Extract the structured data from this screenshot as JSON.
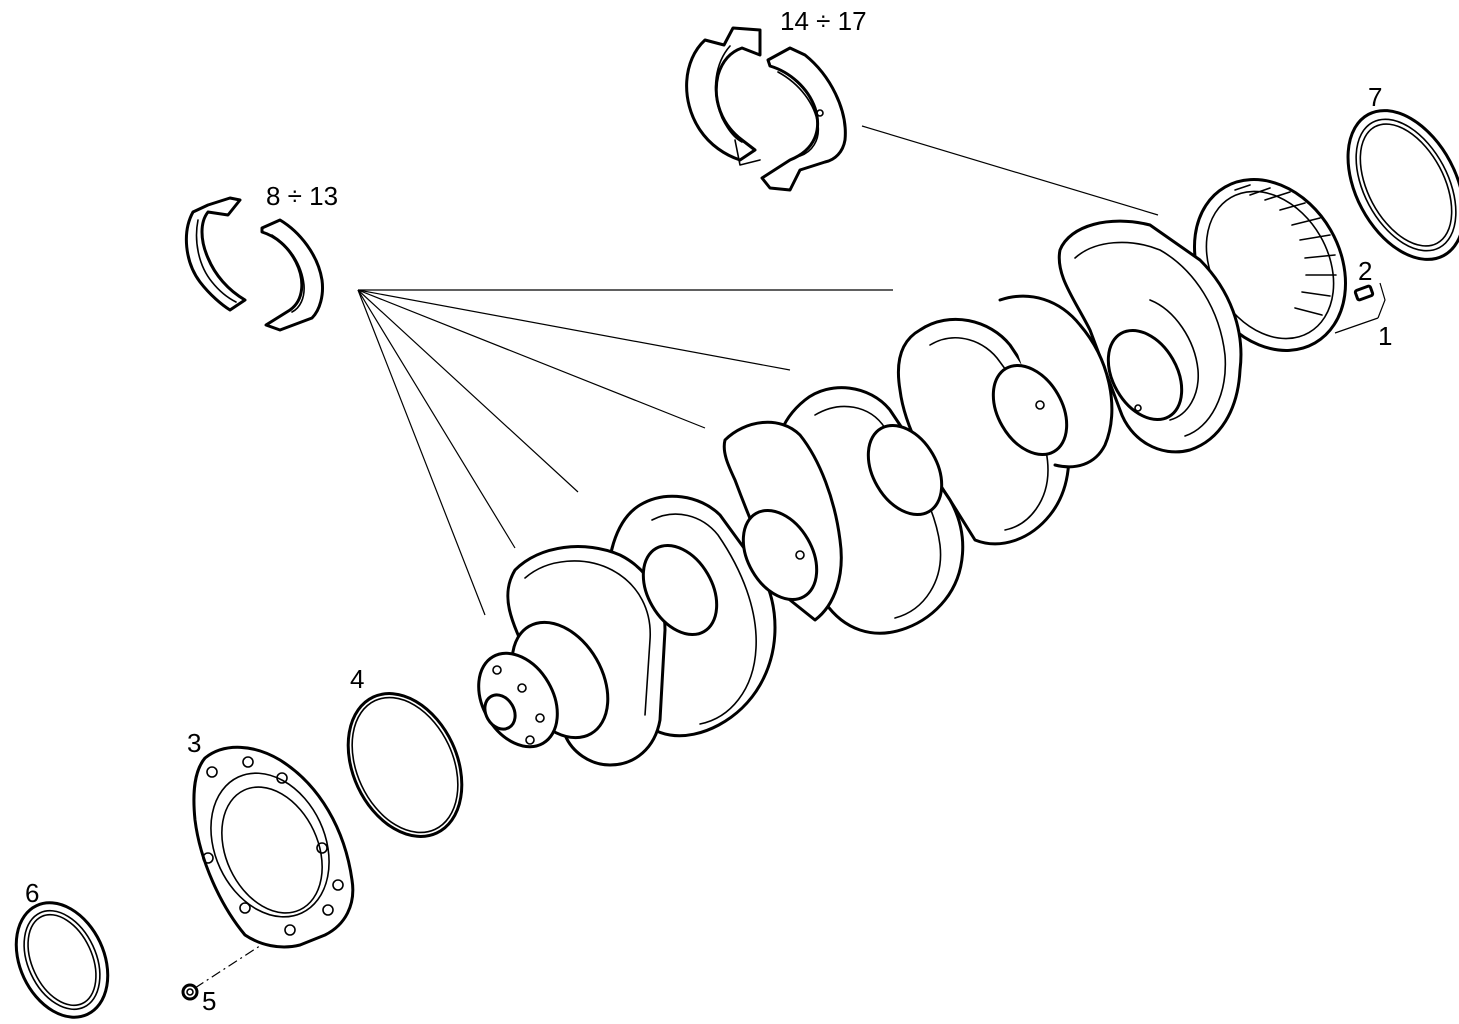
{
  "diagram": {
    "callouts": {
      "crankshaft": "1",
      "key": "2",
      "front_cover": "3",
      "o_ring": "4",
      "screw": "5",
      "front_seal": "6",
      "rear_seal": "7",
      "main_bearings": "8 ÷ 13",
      "thrust_bearings": "14 ÷ 17"
    }
  }
}
